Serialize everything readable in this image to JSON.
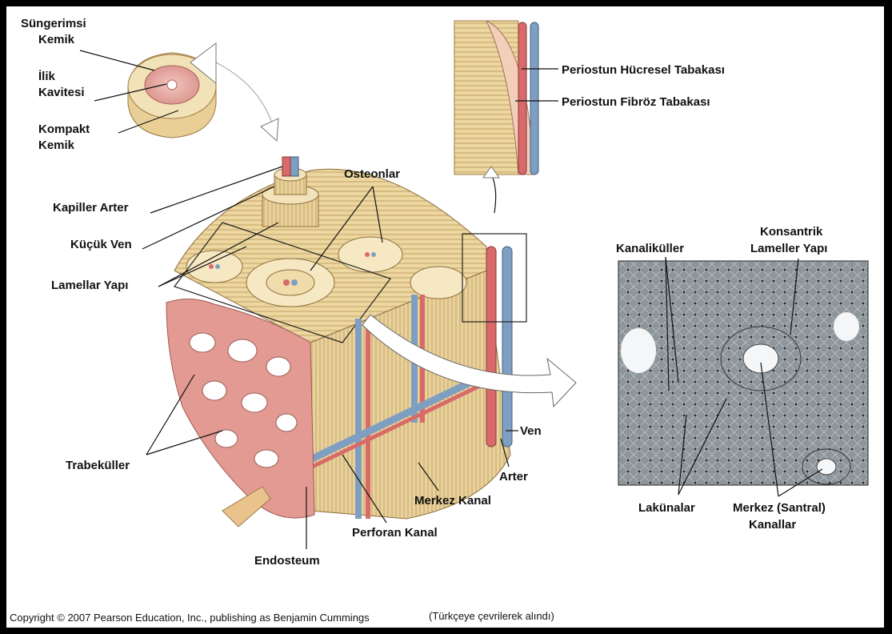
{
  "labels": {
    "spongy_bone": [
      "Süngerimsi",
      "Kemik"
    ],
    "marrow_cavity": [
      "İlik",
      "Kavitesi"
    ],
    "compact_bone": [
      "Kompakt",
      "Kemik"
    ],
    "periosteum_cellular": "Periostun Hücresel Tabakası",
    "periosteum_fibrous": "Periostun Fibröz Tabakası",
    "osteons": "Osteonlar",
    "capillary_artery": "Kapiller Arter",
    "small_vein": "Küçük Ven",
    "lamellar_structure": "Lamellar Yapı",
    "trabeculae": "Trabeküller",
    "vein": "Ven",
    "artery": "Arter",
    "central_canal": "Merkez Kanal",
    "perforating_canal": "Perforan Kanal",
    "endosteum": "Endosteum",
    "canaliculi": "Kanaliküller",
    "concentric_lamellae": [
      "Konsantrik",
      "Lameller Yapı"
    ],
    "lacunae": "Lakünalar",
    "central_canals": [
      "Merkez (Santral)",
      "Kanallar"
    ]
  },
  "footer": {
    "copyright": "Copyright © 2007 Pearson Education, Inc., publishing as Benjamin Cummings",
    "note": "(Türkçeye çevrilerek alındı)"
  },
  "colors": {
    "bone": "#e9d29a",
    "bone_dark": "#c9a865",
    "spongy": "#e8aaa3",
    "artery": "#d96a6a",
    "vein": "#7f9fc2",
    "micrograph_bg": "#9aa1a6"
  }
}
